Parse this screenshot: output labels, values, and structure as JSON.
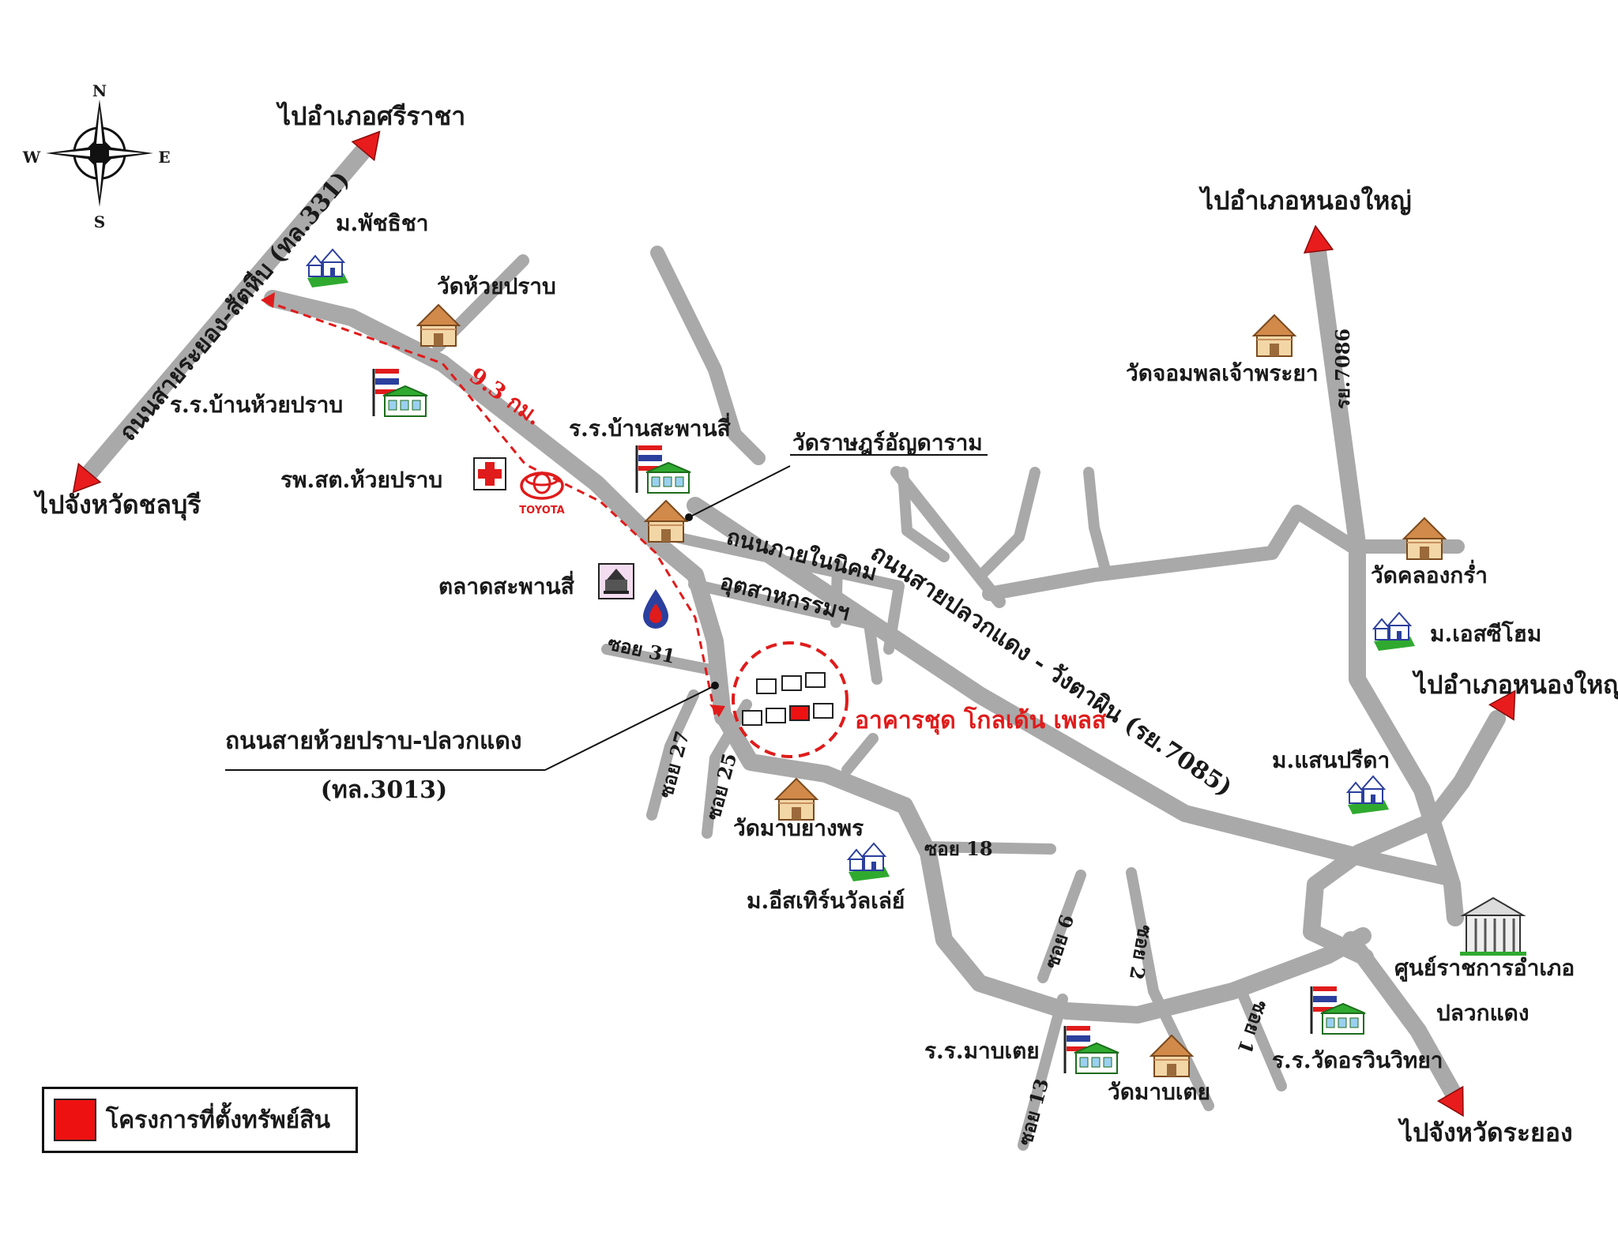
{
  "compass": {
    "n": "N",
    "s": "S",
    "e": "E",
    "w": "W"
  },
  "road_labels": {
    "rayong_sattahip": "ถนนสายระยอง-สัตหีบ (ทล.331)",
    "pluak_daeng_wang_ta_phin": "ถนนสายปลวกแดง - วังตาผิน (รย.7085)",
    "ry_7086": "รย.7086",
    "inner_estate": "ถนนภายในนิคม",
    "inner_estate_2": "อุตสาหกรรมฯ",
    "huay_prab_pluak_daeng": "ถนนสายห้วยปราบ-ปลวกแดง",
    "huay_prab_pluak_daeng_code": "(ทล.3013)",
    "soi_31": "ซอย 31",
    "soi_27": "ซอย 27",
    "soi_25": "ซอย 25",
    "soi_18": "ซอย 18",
    "soi_6": "ซอย 6",
    "soi_2": "ซอย 2",
    "soi_13": "ซอย 13",
    "soi_1": "ซอย 1"
  },
  "directions": {
    "to_sriracha": "ไปอำเภอศรีราชา",
    "to_chonburi": "ไปจังหวัดชลบุรี",
    "to_nong_yai_top": "ไปอำเภอหนองใหญ่",
    "to_nong_yai_right": "ไปอำเภอหนองใหญ่",
    "to_rayong": "ไปจังหวัดระยอง"
  },
  "places": {
    "phatchicha": "ม.พัชธิชา",
    "wat_huay_prab": "วัดห้วยปราบ",
    "school_huay_prab": "ร.ร.บ้านห้วยปราบ",
    "clinic_huay_prab": "รพ.สต.ห้วยปราบ",
    "toyota": "TOYOTA",
    "school_saphan_si": "ร.ร.บ้านสะพานสี่",
    "wat_rat_anyaram": "วัดราษฎร์อัญดาราม",
    "market_saphan_si": "ตลาดสะพานสี่",
    "wat_jom_phon": "วัดจอมพลเจ้าพระยา",
    "wat_khlong_kram": "วัดคลองกร่ำ",
    "m_sc_home": "ม.เอสซีโฮม",
    "m_saen_prida": "ม.แสนปรีดา",
    "wat_map_yang_phon": "วัดมาบยางพร",
    "m_eastern_valley": "ม.อีสเทิร์นวัลเล่ย์",
    "district_office": "ศูนย์ราชการอำเภอ",
    "district_office_2": "ปลวกแดง",
    "school_wat_thorn": "ร.ร.วัดอรวินวิทยา",
    "school_map_toei": "ร.ร.มาบเตย",
    "wat_map_toei": "วัดมาบเตย"
  },
  "project": {
    "name": "อาคารชุด โกลเด้น เพลส",
    "distance": "9.3 กม."
  },
  "legend": {
    "label": "โครงการที่ตั้งทรัพย์สิน"
  },
  "colors": {
    "road": "#a9a9a9",
    "arrow": "#e81c1c",
    "accent_red": "#e01b1b",
    "text": "#1a1a1a",
    "house_roof": "#d28a4a",
    "village_green": "#2faa2f",
    "flag_blue": "#2b3f9e"
  }
}
